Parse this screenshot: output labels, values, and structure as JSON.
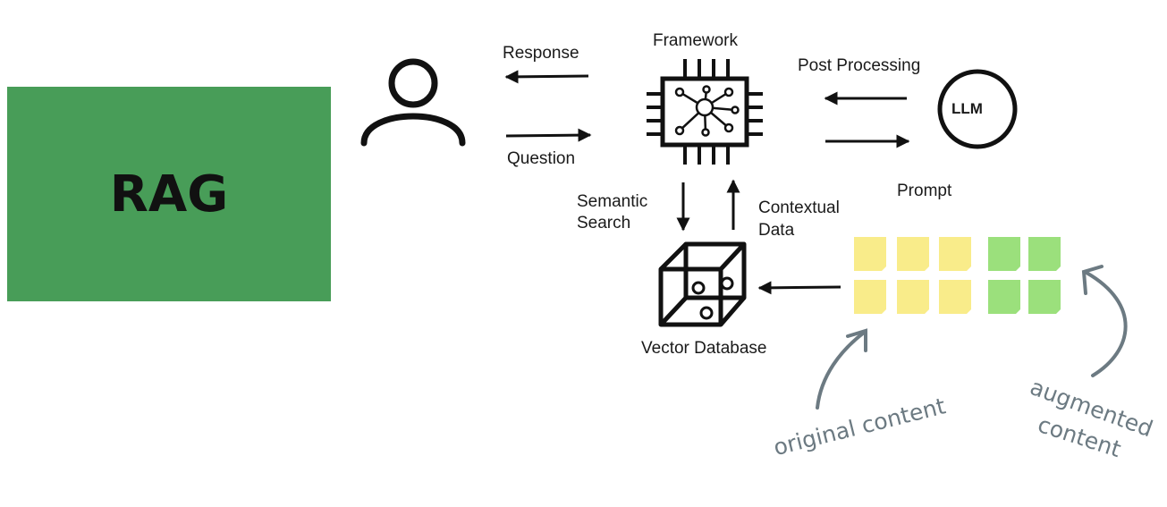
{
  "title": "RAG",
  "nodes": {
    "framework": "Framework",
    "llm": "LLM",
    "vector_db": "Vector Database"
  },
  "edges": {
    "response": "Response",
    "question": "Question",
    "post_processing": "Post Processing",
    "prompt": "Prompt",
    "semantic_search": [
      "Semantic",
      "Search"
    ],
    "contextual_data": [
      "Contextual",
      "Data"
    ]
  },
  "annotations": {
    "original": "original content",
    "augmented": [
      "augmented",
      "content"
    ]
  },
  "colors": {
    "rag_box": "#489d58",
    "sticky_yellow": "#f9ec8a",
    "sticky_green": "#9be07c",
    "annotation_gray": "#6c7a82"
  },
  "icons": [
    "user-icon",
    "chip-network-icon",
    "llm-circle-icon",
    "cube-database-icon",
    "sticky-note-icons"
  ]
}
